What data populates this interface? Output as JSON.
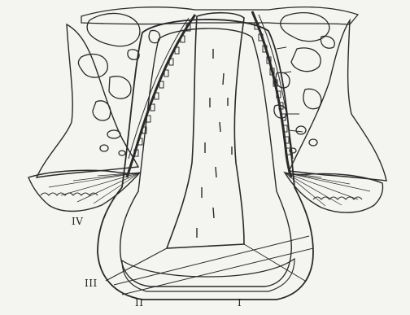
{
  "figure": {
    "labels": {
      "i": "I",
      "ii": "II",
      "iii": "III",
      "iv": "IV"
    }
  },
  "colors": {
    "background": "#f4f4f1",
    "ink": "#2a2a2a",
    "tissue_fill": "#ebebe6"
  }
}
